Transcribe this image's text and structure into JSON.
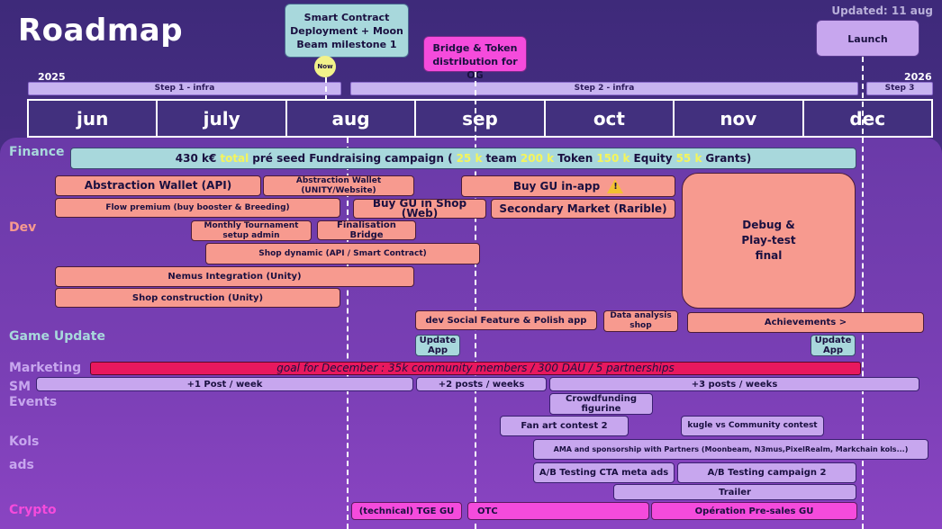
{
  "title": "Roadmap",
  "updated": "Updated: 11 aug",
  "years": {
    "start": "2025",
    "end": "2026"
  },
  "steps": [
    "Step 1 - infra",
    "Step 2 - infra",
    "Step 3"
  ],
  "months": [
    "jun",
    "july",
    "aug",
    "sep",
    "oct",
    "nov",
    "dec"
  ],
  "milestones": {
    "smart_contract": "Smart Contract Deployment + Moon Beam milestone 1",
    "now": "Now",
    "bridge": "Bridge & Token distribution for OG",
    "launch": "Launch"
  },
  "categories": {
    "finance": "Finance",
    "dev": "Dev",
    "game_update": "Game Update",
    "marketing": "Marketing",
    "sm": "SM",
    "events": "Events",
    "kols": "Kols",
    "ads": "ads",
    "crypto": "Crypto"
  },
  "finance": {
    "p1": "430 k€",
    "p2": "total",
    "p3": "pré seed Fundraising campaign (",
    "p4": "25 k",
    "p5": "team",
    "p6": "200 k",
    "p7": "Token",
    "p8": "150 k",
    "p9": "Equity",
    "p10": "55 k",
    "p11": "Grants)"
  },
  "dev": {
    "abstraction_api": "Abstraction Wallet (API)",
    "abstraction_unity": "Abstraction Wallet (UNITY/Website)",
    "buy_gu_app": "Buy GU in-app",
    "flow_premium": "Flow premium (buy booster & Breeding)",
    "buy_gu_web": "Buy GU in Shop (Web)",
    "secondary_market": "Secondary Market (Rarible)",
    "monthly_tournament": "Monthly Tournament setup admin",
    "finalisation_bridge": "Finalisation Bridge",
    "shop_dynamic": "Shop dynamic (API / Smart Contract)",
    "nemus": "Nemus Integration (Unity)",
    "shop_construction": "Shop construction (Unity)",
    "debug": "Debug & Play-test final",
    "warning_icon": "warning-icon"
  },
  "game_update": {
    "social": "dev Social Feature & Polish app",
    "data_analysis": "Data analysis shop",
    "achievements": "Achievements >",
    "update_app_1": "Update App",
    "update_app_2": "Update App"
  },
  "marketing": {
    "goal": "goal  for December : 35k community members / 300 DAU / 5 partnerships"
  },
  "sm": {
    "post1": "+1 Post / week",
    "post2": "+2 posts / weeks",
    "post3": "+3 posts / weeks"
  },
  "events": {
    "crowdfunding": "Crowdfunding figurine",
    "fan_art": "Fan art contest 2",
    "kugle": "kugle vs Community contest"
  },
  "kols": {
    "ama": "AMA and sponsorship  with Partners (Moonbeam, N3mus,PixelRealm, Markchain kols...)"
  },
  "ads": {
    "ab_cta": "A/B Testing CTA meta ads",
    "ab_campaign": "A/B Testing campaign 2",
    "trailer": "Trailer"
  },
  "crypto": {
    "tge": "(technical) TGE GU",
    "otc": "OTC",
    "presales": "Opération Pre-sales  GU"
  }
}
